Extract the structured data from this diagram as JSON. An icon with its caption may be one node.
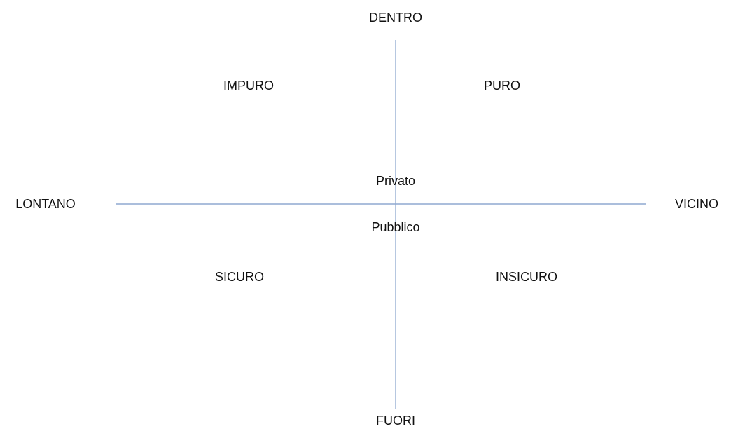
{
  "diagram": {
    "labels": [
      "DENTRO",
      "IMPURO",
      "PURO",
      "Privato",
      "LONTANO",
      "VICINO",
      "Pubblico",
      "SICURO",
      "INSICURO",
      "FUORI"
    ]
  }
}
